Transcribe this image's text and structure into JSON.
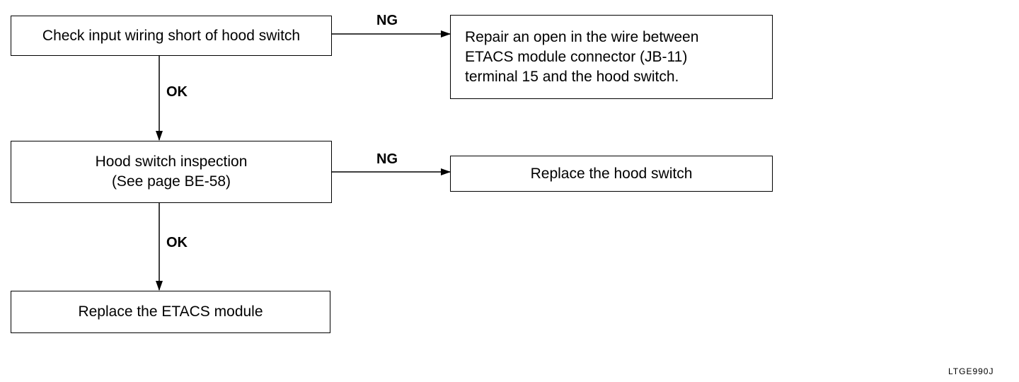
{
  "boxes": {
    "step1": "Check input wiring short of hood switch",
    "step1_ng": "Repair an open in the wire between\nETACS module connector (JB-11)\nterminal 15 and the hood switch.",
    "step2": "Hood switch inspection\n(See page BE-58)",
    "step2_ng": "Replace the hood switch",
    "step3": "Replace the ETACS module"
  },
  "labels": {
    "ng1": "NG",
    "ok1": "OK",
    "ng2": "NG",
    "ok2": "OK"
  },
  "figure_code": "LTGE990J"
}
